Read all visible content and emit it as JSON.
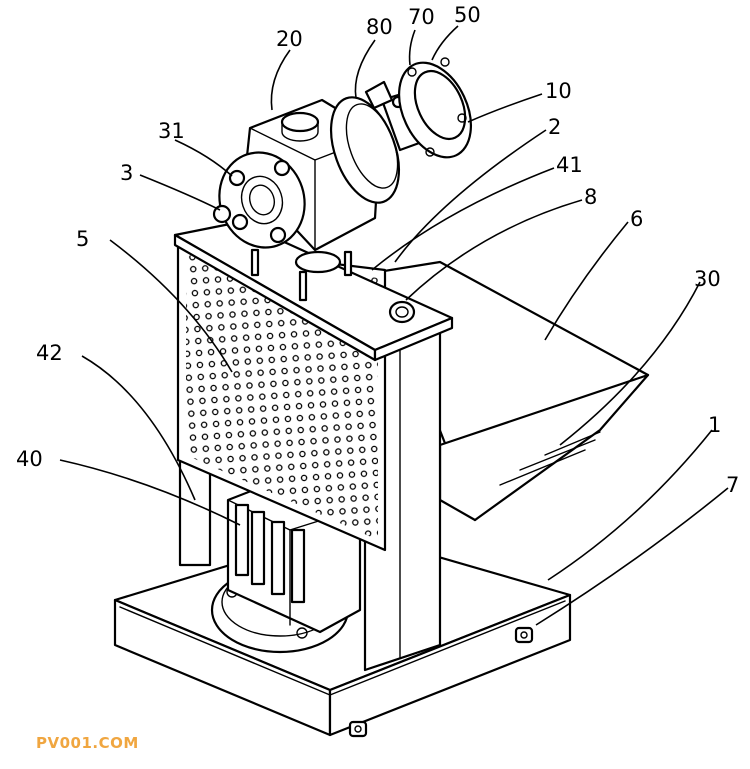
{
  "labels": {
    "l20": "20",
    "l80": "80",
    "l70": "70",
    "l50": "50",
    "l10": "10",
    "l31": "31",
    "l2": "2",
    "l3": "3",
    "l41": "41",
    "l8": "8",
    "l5": "5",
    "l6": "6",
    "l30": "30",
    "l42": "42",
    "l1": "1",
    "l40": "40",
    "l7": "7"
  },
  "watermark": "PV001.COM",
  "colors": {
    "line": "#000000",
    "background": "#ffffff",
    "watermark": "#f0a640"
  }
}
